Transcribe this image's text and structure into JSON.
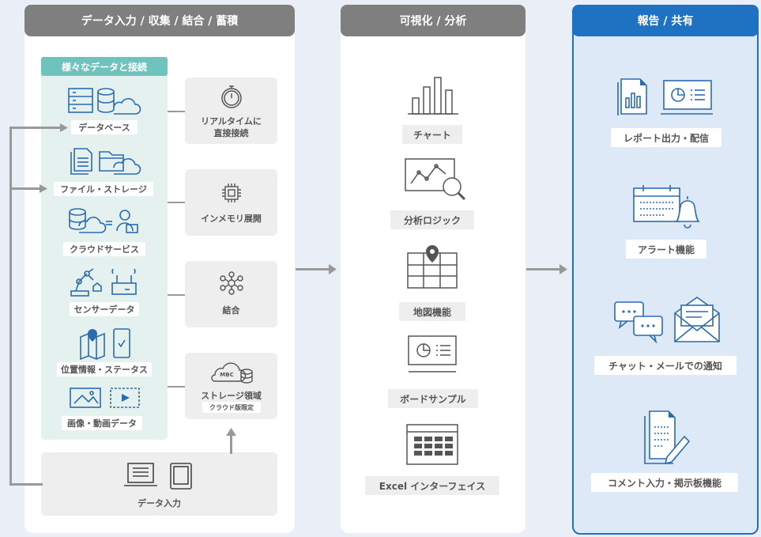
{
  "columns": {
    "collect": {
      "title": "データ入力 / 収集 / 結合 / 蓄積"
    },
    "visualize": {
      "title": "可視化 / 分析"
    },
    "report": {
      "title": "報告 / 共有"
    }
  },
  "sources": {
    "header": "様々なデータと接続",
    "items": [
      "データベース",
      "ファイル・ストレージ",
      "クラウドサービス",
      "センサーデータ",
      "位置情報・ステータス",
      "画像・動画データ"
    ]
  },
  "processing": {
    "realtime": [
      "リアルタイムに",
      "直接接続"
    ],
    "inmemory": "インメモリ展開",
    "join": "結合",
    "storage": "ストレージ領域",
    "storage_note": "クラウド版限定",
    "mbc_badge": "MBC"
  },
  "data_input": "データ入力",
  "visualize_items": [
    "チャート",
    "分析ロジック",
    "地図機能",
    "ボードサンプル",
    "Excel インターフェイス"
  ],
  "report_items": [
    "レポート出力・配信",
    "アラート機能",
    "チャット・メールでの通知",
    "コメント入力・掲示板機能"
  ],
  "colors": {
    "gray_header": "#7f7f7f",
    "blue_header": "#1f72c2",
    "teal": "#6ec4bd",
    "icon_blue": "#2b6cb0"
  }
}
